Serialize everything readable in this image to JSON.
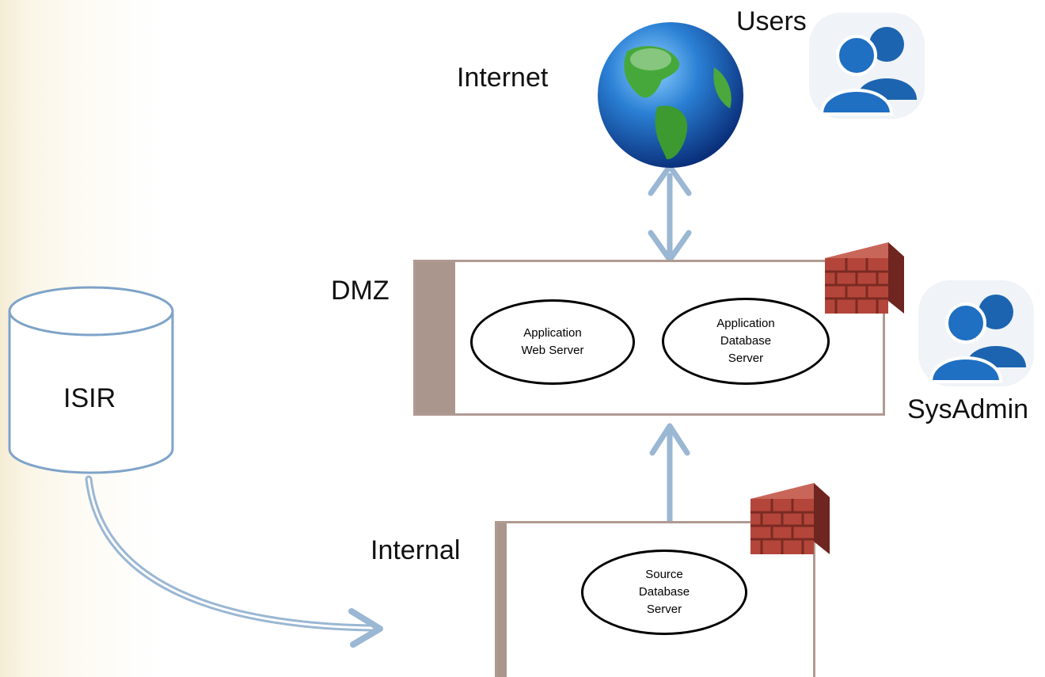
{
  "labels": {
    "users": "Users",
    "internet": "Internet",
    "dmz": "DMZ",
    "sysadmin": "SysAdmin",
    "internal": "Internal",
    "isir": "ISIR"
  },
  "nodes": {
    "app_web_server": [
      "Application",
      "Web Server"
    ],
    "app_db_server": [
      "Application",
      "Database",
      "Server"
    ],
    "source_db_server": [
      "Source",
      "Database",
      "Server"
    ]
  },
  "colors": {
    "zone_border": "#b09a92",
    "zone_wall": "#ab968e",
    "arrow": "#9ab7d3",
    "cylinder": "#7ea3c8",
    "brick": "#b4453a",
    "users_icon": "#1c64b0"
  },
  "icons": [
    "globe-icon",
    "users-icon",
    "sysadmin-icon",
    "firewall-icon"
  ]
}
